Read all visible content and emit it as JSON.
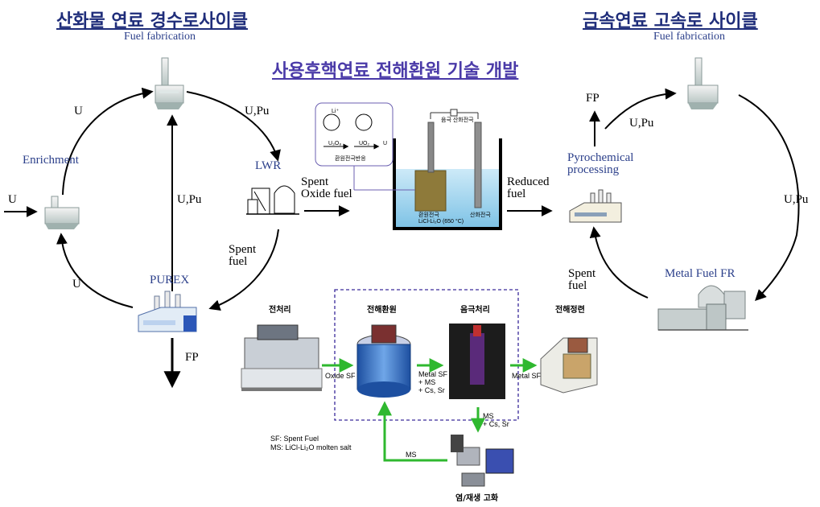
{
  "titles": {
    "left": "산화물 연료 경수로사이클",
    "center": "사용후핵연료 전해환원 기술 개발",
    "right": "금속연료 고속로 사이클"
  },
  "left_cycle": {
    "fuel_fab": "Fuel fabrication",
    "enrichment": "Enrichment",
    "lwr": "LWR",
    "purex": "PUREX",
    "u_top": "U",
    "upu_top": "U,Pu",
    "upu_mid": "U,Pu",
    "u_in": "U",
    "u_bottom": "U",
    "spent_fuel_1": "Spent",
    "spent_fuel_2": "fuel",
    "fp": "FP"
  },
  "center_process": {
    "spent_1": "Spent",
    "spent_2": "Oxide fuel",
    "reduced_1": "Reduced",
    "reduced_2": "fuel",
    "cell_top_label": "음극 산화전극",
    "cell_left_label": "환원전극",
    "cell_right_label": "산화전극",
    "salt_label": "LiCl-Li₂O (650 °C)",
    "inset_caption": "환원전극반응",
    "inset_left_formula": "U₃O₈",
    "inset_right_formula": "UO₂",
    "inset_u": "U",
    "inset_li": "Li⁺"
  },
  "right_cycle": {
    "fuel_fab": "Fuel fabrication",
    "fp": "FP",
    "upu_top": "U,Pu",
    "pyro_1": "Pyrochemical",
    "pyro_2": "processing",
    "upu_right": "U,Pu",
    "spent_1": "Spent",
    "spent_2": "fuel",
    "metal_fr": "Metal Fuel  FR"
  },
  "bottom_process": {
    "step1": "전처리",
    "step2": "전해환원",
    "step3": "음극처리",
    "step4": "전해정련",
    "arrow1": "Oxide SF",
    "arrow2_1": "Metal SF",
    "arrow2_2": "+ MS",
    "arrow2_3": "+ Cs, Sr",
    "arrow3": "Metal SF",
    "down_1": "MS",
    "down_2": "+ Cs, Sr",
    "ms_return": "MS",
    "legend_1": "SF: Spent Fuel",
    "legend_2": "MS: LiCl-Li₂O molten salt",
    "salt_step": "염/재생 고화"
  },
  "colors": {
    "title_blue": "#1f2d7a",
    "center_title": "#4a3aa8",
    "label_blue": "#2b3f8a",
    "green_arrow": "#2fb82f",
    "salt_blue": "#a8d8f0",
    "dash_box": "#3a2a9a"
  }
}
